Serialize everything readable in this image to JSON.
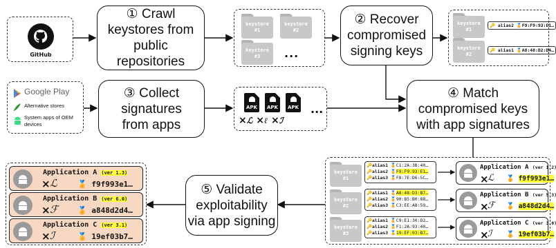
{
  "sources": {
    "github_label": "GitHub",
    "stores": [
      "Google Play",
      "Alternative stores",
      "System apps of OEM devices"
    ]
  },
  "steps": [
    {
      "num": "①",
      "text": "Crawl keystores from public repositories"
    },
    {
      "num": "②",
      "text": "Recover compromised signing keys"
    },
    {
      "num": "③",
      "text": "Collect signatures from apps"
    },
    {
      "num": "④",
      "text": "Match compromised keys with app signatures"
    },
    {
      "num": "⑤",
      "text": "Validate exploitability via app signing"
    }
  ],
  "crawled_keystores": [
    {
      "name": "keystore",
      "id": "#1"
    },
    {
      "name": "keystore",
      "id": "#2"
    },
    {
      "name": "keystore",
      "id": "#3"
    }
  ],
  "ellipsis": "...",
  "recovered_keys": [
    {
      "name": "keystore",
      "id": "#1",
      "alias": "alias2",
      "fingerprint": "F9:F9:93:E1…"
    },
    {
      "name": "keystore",
      "id": "#2",
      "alias": "alias1",
      "fingerprint": "A8:48:D2:D4…"
    }
  ],
  "apk_label": "APK",
  "match_keystores": [
    {
      "name": "keystore",
      "id": "#1",
      "aliases": [
        {
          "alias": "alias1",
          "fp": "C1:2A:3B:40…",
          "hl": false
        },
        {
          "alias": "alias2",
          "fp": "F9:F9:93:E1…",
          "hl": true
        },
        {
          "alias": "alias3",
          "fp": "F8:7E:D6:5C…",
          "hl": false
        }
      ]
    },
    {
      "name": "keystore",
      "id": "#2",
      "aliases": [
        {
          "alias": "alias1",
          "fp": "A8:48:D3:B7…",
          "hl": true
        },
        {
          "alias": "alias2",
          "fp": "90:B5:B0:88…",
          "hl": false
        },
        {
          "alias": "alias3",
          "fp": "C3:EE:A8:59…",
          "hl": false
        }
      ]
    },
    {
      "name": "keystore",
      "id": "#3",
      "aliases": [
        {
          "alias": "alias1",
          "fp": "C9:E1:30:D2…",
          "hl": false
        },
        {
          "alias": "alias2",
          "fp": "F1:2A:93:40…",
          "hl": false
        },
        {
          "alias": "alias3",
          "fp": "19:EF:03:B7…",
          "hl": true
        }
      ]
    }
  ],
  "match_apps": [
    {
      "name": "Application A",
      "version": "(ver 1.2)",
      "hash": "f9f993e1…"
    },
    {
      "name": "Application B",
      "version": "(ver 5.3)",
      "hash": "a848d2d4…"
    },
    {
      "name": "Application C",
      "version": "(ver 3.0)",
      "hash": "19ef03b7…"
    }
  ],
  "validated_apps": [
    {
      "name": "Application A",
      "version": "(ver 1.3)",
      "hash": "f9f993e1…"
    },
    {
      "name": "Application B",
      "version": "(ver 6.0)",
      "hash": "a848d2d4…"
    },
    {
      "name": "Application C",
      "version": "(ver 3.1)",
      "hash": "19ef03b7…"
    }
  ],
  "colors": {
    "highlight": "#ffff33",
    "card_fill": "#f7d8c2",
    "folder_gray": "#c8c8c8"
  }
}
